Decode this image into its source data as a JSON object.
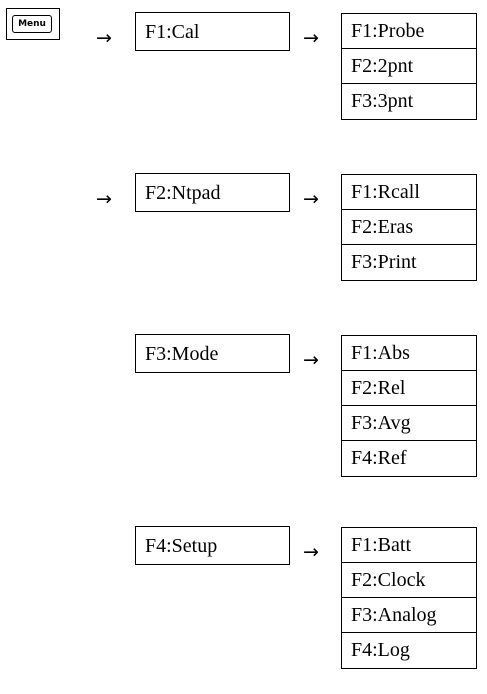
{
  "menu_key": {
    "label": "Menu"
  },
  "arrow_symbol": "→",
  "menus": [
    {
      "label": "F1:Cal",
      "submenu": [
        "F1:Probe",
        "F2:2pnt",
        "F3:3pnt"
      ]
    },
    {
      "label": "F2:Ntpad",
      "submenu": [
        "F1:Rcall",
        "F2:Eras",
        "F3:Print"
      ]
    },
    {
      "label": "F3:Mode",
      "submenu": [
        "F1:Abs",
        "F2:Rel",
        "F3:Avg",
        "F4:Ref"
      ]
    },
    {
      "label": "F4:Setup",
      "submenu": [
        "F1:Batt",
        "F2:Clock",
        "F3:Analog",
        "F4:Log"
      ]
    }
  ]
}
